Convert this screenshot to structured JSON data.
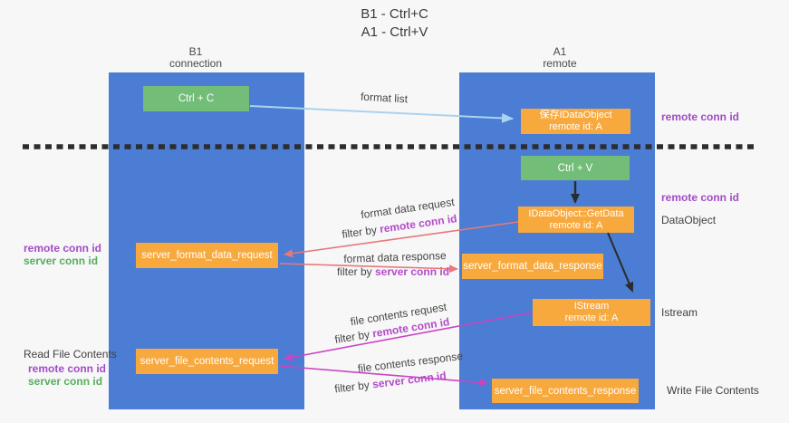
{
  "title": {
    "line1": "B1 - Ctrl+C",
    "line2": "A1 - Ctrl+V"
  },
  "columns": {
    "left": {
      "name": "B1",
      "role": "connection"
    },
    "right": {
      "name": "A1",
      "role": "remote"
    }
  },
  "boxes": {
    "ctrl_c": "Ctrl + C",
    "ctrl_v": "Ctrl + V",
    "save_idataobject": {
      "title": "保存IDataObject",
      "subtitle": "remote id: A"
    },
    "getdata": {
      "title": "IDataObject::GetData",
      "subtitle": "remote id: A"
    },
    "istream": {
      "title": "IStream",
      "subtitle": "remote id: A"
    },
    "format_request": "server_format_data_request",
    "format_response": "server_format_data_response",
    "file_request": "server_file_contents_request",
    "file_response": "server_file_contents_response"
  },
  "labels": {
    "remote_conn_id": "remote conn id",
    "server_conn_id": "server conn id",
    "dataobject": "DataObject",
    "istream": "Istream",
    "read_file_contents": "Read File Contents",
    "write_file_contents": "Write File Contents",
    "filter_by": "filter by"
  },
  "arrows": {
    "format_list": "format list",
    "format_data_request": "format data request",
    "format_data_response": "format data response",
    "file_contents_request": "file contents request",
    "file_contents_response": "file contents response"
  },
  "colors": {
    "column_blue": "#4a7dd3",
    "box_orange": "#f8a93e",
    "box_green": "#72bd77",
    "purple_label": "#a24cc4",
    "green_label": "#57ae5b",
    "red_arrow": "#e87878",
    "magenta_arrow": "#cc44c4",
    "lightblue_arrow": "#aad3ee",
    "black_arrow": "#2b2b2b",
    "background": "#f7f7f8"
  }
}
